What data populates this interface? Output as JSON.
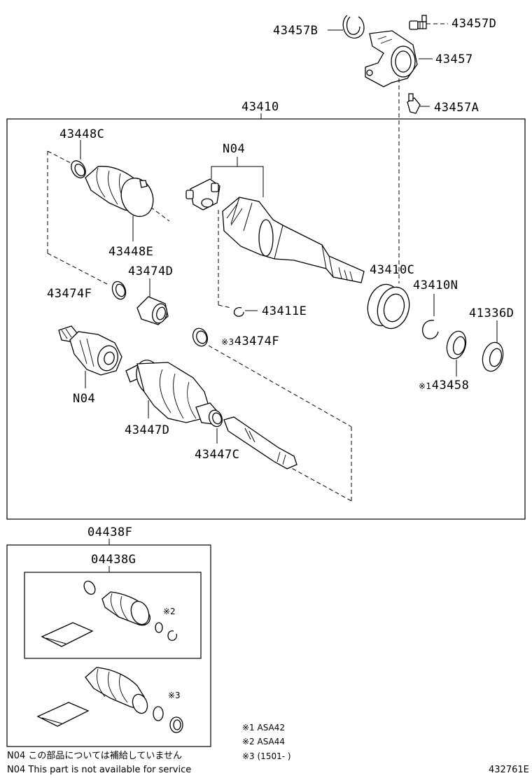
{
  "labels": {
    "p43457B": "43457B",
    "p43457D": "43457D",
    "p43457": "43457",
    "p43457A": "43457A",
    "p43410": "43410",
    "p43448C": "43448C",
    "pN04_top": "N04",
    "p43448E": "43448E",
    "p43474D": "43474D",
    "p43474F_left": "43474F",
    "p43411E": "43411E",
    "p43410C": "43410C",
    "p43410N": "43410N",
    "p41336D": "41336D",
    "p43474F_mark": "※3",
    "p43474F_mid": "43474F",
    "pN04_left": "N04",
    "p43447D": "43447D",
    "p43447C": "43447C",
    "p43458_mark": "※1",
    "p43458": "43458",
    "p04438F": "04438F",
    "p04438G": "04438G",
    "kit_mark2": "※2",
    "kit_mark3": "※3"
  },
  "notes": {
    "n1": "※1 ASA42",
    "n2": "※2 ASA44",
    "n3": "※3 (1501-       )"
  },
  "footer": {
    "line_jp": "N04  この部品については補給していません",
    "line_en": "N04  This part is not available for service",
    "diagram_code": "432761E"
  }
}
